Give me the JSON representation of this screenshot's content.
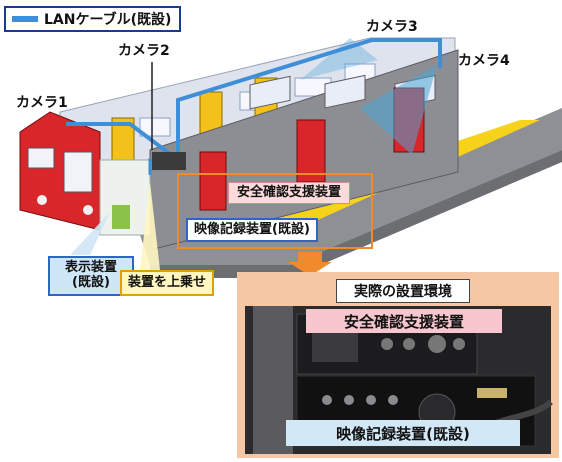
{
  "legend": {
    "label": "LANケーブル(既設)",
    "line_color": "#3f8ed8"
  },
  "cameras": {
    "cam1": "カメラ1",
    "cam2": "カメラ2",
    "cam3": "カメラ3",
    "cam4": "カメラ4"
  },
  "callouts": {
    "safety_device": "安全確認支援装置",
    "video_recorder": "映像記録装置(既設)",
    "display_line1": "表示装置",
    "display_line2": "(既設)",
    "mount": "装置を上乗せ"
  },
  "photo": {
    "title": "実際の設置環境",
    "caption_top": "安全確認支援装置",
    "caption_bottom": "映像記録装置(既設)"
  },
  "colors": {
    "train_red": "#d8262b",
    "door_yellow": "#f3c21a",
    "platform_gray": "#8f9095",
    "platform_yellow": "#f6d21b",
    "accent_orange": "#f08a2b",
    "photo_bg": "#f6c7a4"
  }
}
